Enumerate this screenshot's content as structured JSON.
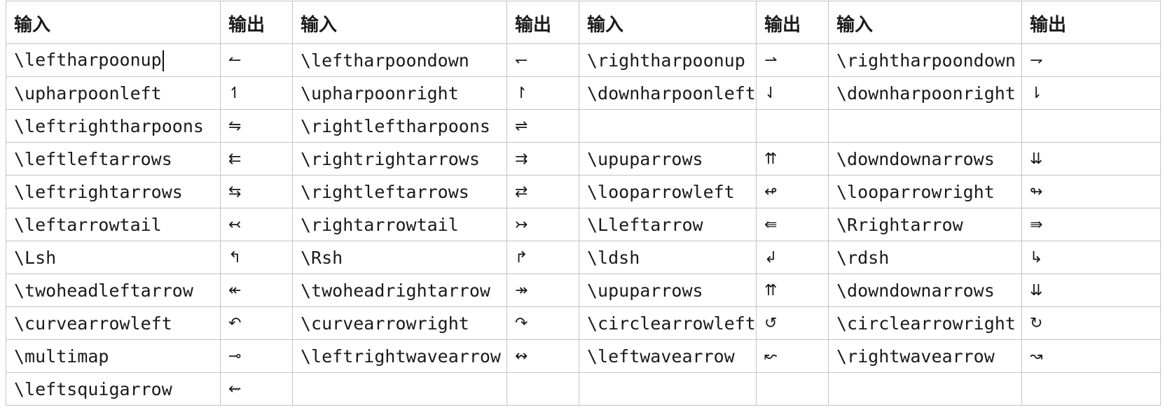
{
  "headers": [
    "输入",
    "输出",
    "输入",
    "输出",
    "输入",
    "输出",
    "输入",
    "输出"
  ],
  "rows": [
    [
      {
        "in": "\\leftharpoonup",
        "out": "↼"
      },
      {
        "in": "\\leftharpoondown",
        "out": "↽"
      },
      {
        "in": "\\rightharpoonup",
        "out": "⇀"
      },
      {
        "in": "\\rightharpoondown",
        "out": "⇁"
      }
    ],
    [
      {
        "in": "\\upharpoonleft",
        "out": "↿"
      },
      {
        "in": "\\upharpoonright",
        "out": "↾"
      },
      {
        "in": "\\downharpoonleft",
        "out": "⇃"
      },
      {
        "in": "\\downharpoonright",
        "out": "⇂"
      }
    ],
    [
      {
        "in": "\\leftrightharpoons",
        "out": "⇋"
      },
      {
        "in": "\\rightleftharpoons",
        "out": "⇌"
      },
      {
        "in": "",
        "out": ""
      },
      {
        "in": "",
        "out": ""
      }
    ],
    [
      {
        "in": "\\leftleftarrows",
        "out": "⇇"
      },
      {
        "in": "\\rightrightarrows",
        "out": "⇉"
      },
      {
        "in": "\\upuparrows",
        "out": "⇈"
      },
      {
        "in": "\\downdownarrows",
        "out": "⇊"
      }
    ],
    [
      {
        "in": "\\leftrightarrows",
        "out": "⇆"
      },
      {
        "in": "\\rightleftarrows",
        "out": "⇄"
      },
      {
        "in": "\\looparrowleft",
        "out": "↫"
      },
      {
        "in": "\\looparrowright",
        "out": "↬"
      }
    ],
    [
      {
        "in": "\\leftarrowtail",
        "out": "↢"
      },
      {
        "in": "\\rightarrowtail",
        "out": "↣"
      },
      {
        "in": "\\Lleftarrow",
        "out": "⇚"
      },
      {
        "in": "\\Rrightarrow",
        "out": "⇛"
      }
    ],
    [
      {
        "in": "\\Lsh",
        "out": "↰"
      },
      {
        "in": "\\Rsh",
        "out": "↱"
      },
      {
        "in": "\\ldsh",
        "out": "↲"
      },
      {
        "in": "\\rdsh",
        "out": "↳"
      }
    ],
    [
      {
        "in": "\\twoheadleftarrow",
        "out": "↞"
      },
      {
        "in": "\\twoheadrightarrow",
        "out": "↠"
      },
      {
        "in": "\\upuparrows",
        "out": "⇈"
      },
      {
        "in": "\\downdownarrows",
        "out": "⇊"
      }
    ],
    [
      {
        "in": "\\curvearrowleft",
        "out": "↶"
      },
      {
        "in": "\\curvearrowright",
        "out": "↷"
      },
      {
        "in": "\\circlearrowleft",
        "out": "↺"
      },
      {
        "in": "\\circlearrowright",
        "out": "↻"
      }
    ],
    [
      {
        "in": "\\multimap",
        "out": "⊸"
      },
      {
        "in": "\\leftrightwavearrow",
        "out": "↭"
      },
      {
        "in": "\\leftwavearrow",
        "out": "↜"
      },
      {
        "in": "\\rightwavearrow",
        "out": "↝"
      }
    ],
    [
      {
        "in": "\\leftsquigarrow",
        "out": "⇜"
      },
      {
        "in": "",
        "out": ""
      },
      {
        "in": "",
        "out": ""
      },
      {
        "in": "",
        "out": ""
      }
    ]
  ]
}
